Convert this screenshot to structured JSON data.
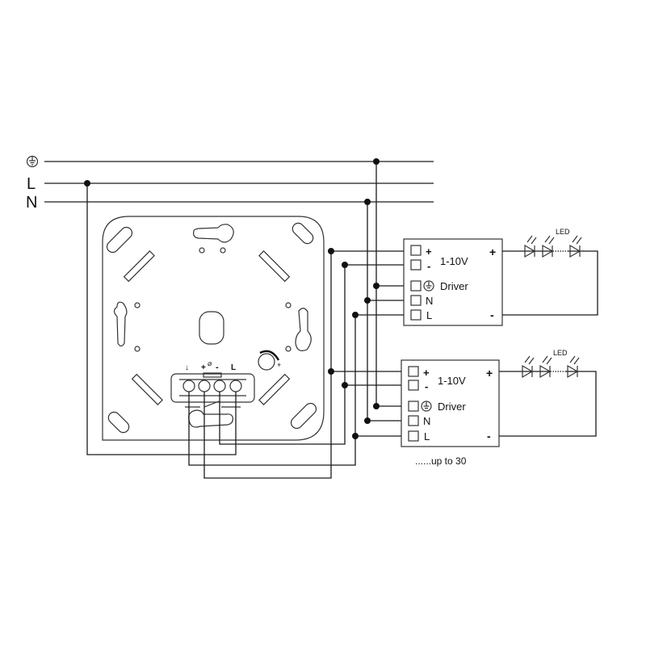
{
  "mains": {
    "earth_symbol": "⏚",
    "line_label": "L",
    "neutral_label": "N"
  },
  "dimmer": {
    "terminal_labels": [
      "↓",
      "+",
      "-",
      "L"
    ],
    "control_symbol": "⌀"
  },
  "drivers": [
    {
      "plus": "+",
      "minus": "-",
      "voltage": "1-10V",
      "earth": "⏚",
      "name": "Driver",
      "n": "N",
      "l": "L",
      "out_plus": "+",
      "out_minus": "-",
      "led_label": "LED"
    },
    {
      "plus": "+",
      "minus": "-",
      "voltage": "1-10V",
      "earth": "⏚",
      "name": "Driver",
      "n": "N",
      "l": "L",
      "out_plus": "+",
      "out_minus": "-",
      "led_label": "LED"
    }
  ],
  "note": "......up to 30"
}
